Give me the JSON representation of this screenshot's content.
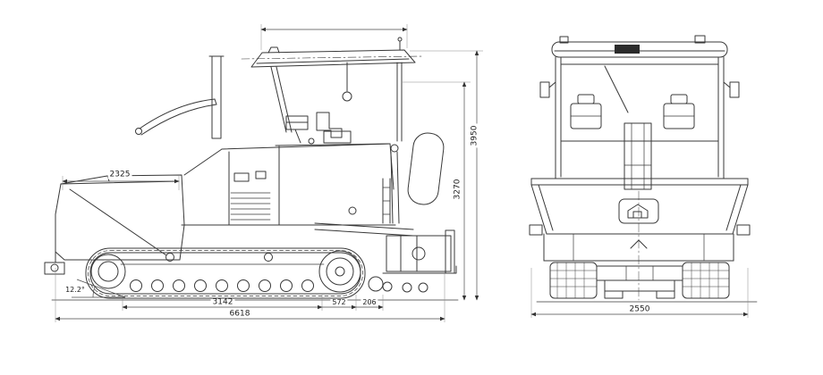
{
  "colors": {
    "line": "#383838",
    "dim_line": "#4a4a4a",
    "background": "#ffffff"
  },
  "side_view": {
    "dimensions": {
      "hopper_length": "2325",
      "height_inner": "3270",
      "height_outer": "3950",
      "track_base": "3142",
      "mid_segment": "572",
      "rear_segment": "206",
      "overall_length": "6618",
      "approach_angle": "12.2°"
    }
  },
  "front_view": {
    "dimensions": {
      "overall_width": "2550"
    }
  }
}
